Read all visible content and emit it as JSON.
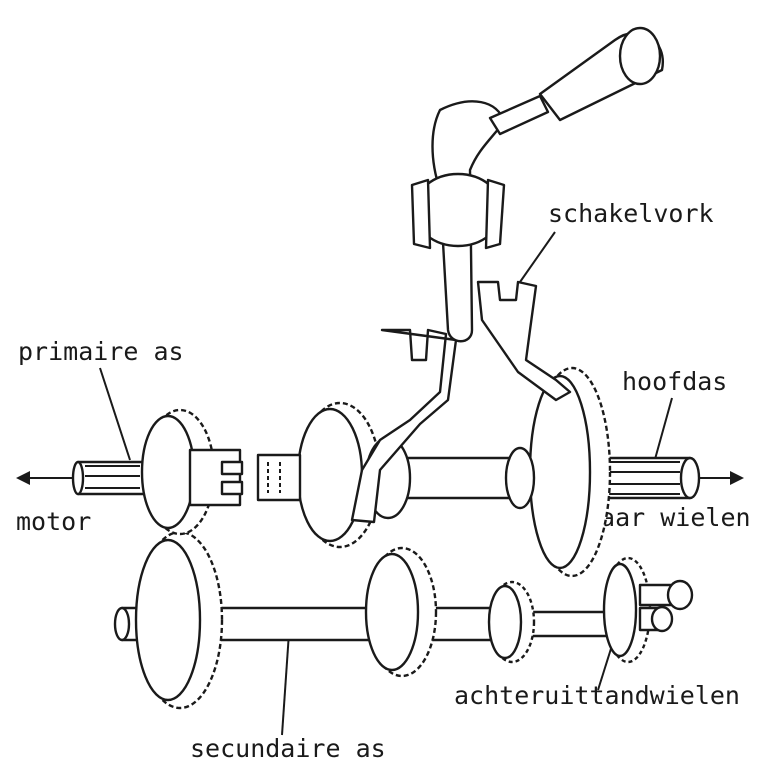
{
  "labels": {
    "shift_fork": "schakelvork",
    "primary_shaft": "primaire as",
    "main_shaft": "hoofdas",
    "motor": "motor",
    "to_wheels": "naar wielen",
    "reverse_gears": "achteruittandwielen",
    "secondary_shaft": "secundaire as"
  },
  "colors": {
    "ink": "#1a1a1a",
    "paper": "#ffffff"
  }
}
